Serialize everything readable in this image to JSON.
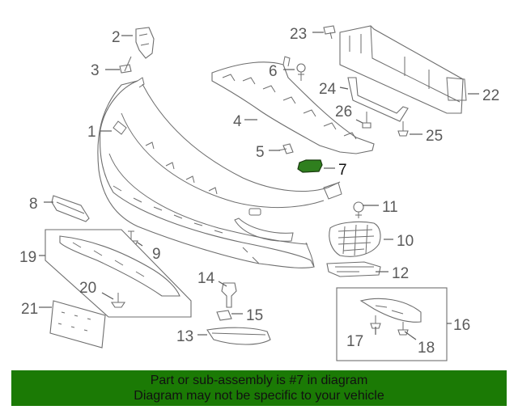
{
  "callouts": [
    {
      "id": "1",
      "label": "1"
    },
    {
      "id": "2",
      "label": "2"
    },
    {
      "id": "3",
      "label": "3"
    },
    {
      "id": "4",
      "label": "4"
    },
    {
      "id": "5",
      "label": "5"
    },
    {
      "id": "6",
      "label": "6"
    },
    {
      "id": "7",
      "label": "7"
    },
    {
      "id": "8",
      "label": "8"
    },
    {
      "id": "9",
      "label": "9"
    },
    {
      "id": "10",
      "label": "10"
    },
    {
      "id": "11",
      "label": "11"
    },
    {
      "id": "12",
      "label": "12"
    },
    {
      "id": "13",
      "label": "13"
    },
    {
      "id": "14",
      "label": "14"
    },
    {
      "id": "15",
      "label": "15"
    },
    {
      "id": "16",
      "label": "16"
    },
    {
      "id": "17",
      "label": "17"
    },
    {
      "id": "18",
      "label": "18"
    },
    {
      "id": "19",
      "label": "19"
    },
    {
      "id": "20",
      "label": "20"
    },
    {
      "id": "21",
      "label": "21"
    },
    {
      "id": "22",
      "label": "22"
    },
    {
      "id": "23",
      "label": "23"
    },
    {
      "id": "24",
      "label": "24"
    },
    {
      "id": "25",
      "label": "25"
    },
    {
      "id": "26",
      "label": "26"
    }
  ],
  "highlighted_part": "7",
  "colors": {
    "highlight_part": "#2f7f1e",
    "banner_background": "#1b7a05",
    "line_art": "#6e6e6e"
  },
  "banner": {
    "line1": "Part or sub-assembly is #7 in diagram",
    "line2": "Diagram may not be specific to your vehicle"
  }
}
